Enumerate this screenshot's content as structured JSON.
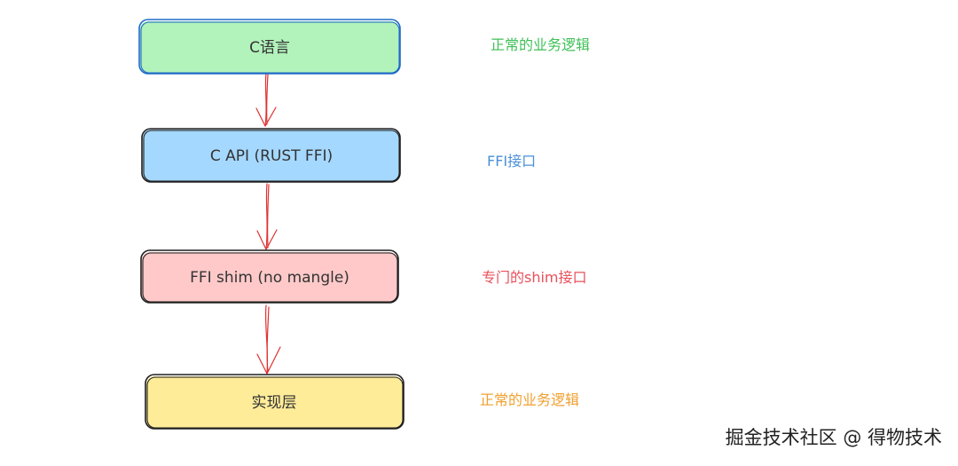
{
  "diagram": {
    "boxes": [
      {
        "label": "C语言",
        "fill": "#b2f2bb",
        "stroke": "#1e6bc7"
      },
      {
        "label": "C API  (RUST FFI)",
        "fill": "#a5d8ff",
        "stroke": "#1e1e1e"
      },
      {
        "label": "FFI shim (no mangle)",
        "fill": "#ffc9c9",
        "stroke": "#1e1e1e"
      },
      {
        "label": "实现层",
        "fill": "#ffec99",
        "stroke": "#1e1e1e"
      }
    ],
    "side_labels": [
      {
        "text": "正常的业务逻辑",
        "color": "#40c057"
      },
      {
        "text": "FFI接口",
        "color": "#4a90d9"
      },
      {
        "text": "专门的shim接口",
        "color": "#e8505b"
      },
      {
        "text": "正常的业务逻辑",
        "color": "#f0a030"
      }
    ],
    "arrow_color": "#e03131"
  },
  "watermark": {
    "text": "掘金技术社区 @ 得物技术"
  }
}
